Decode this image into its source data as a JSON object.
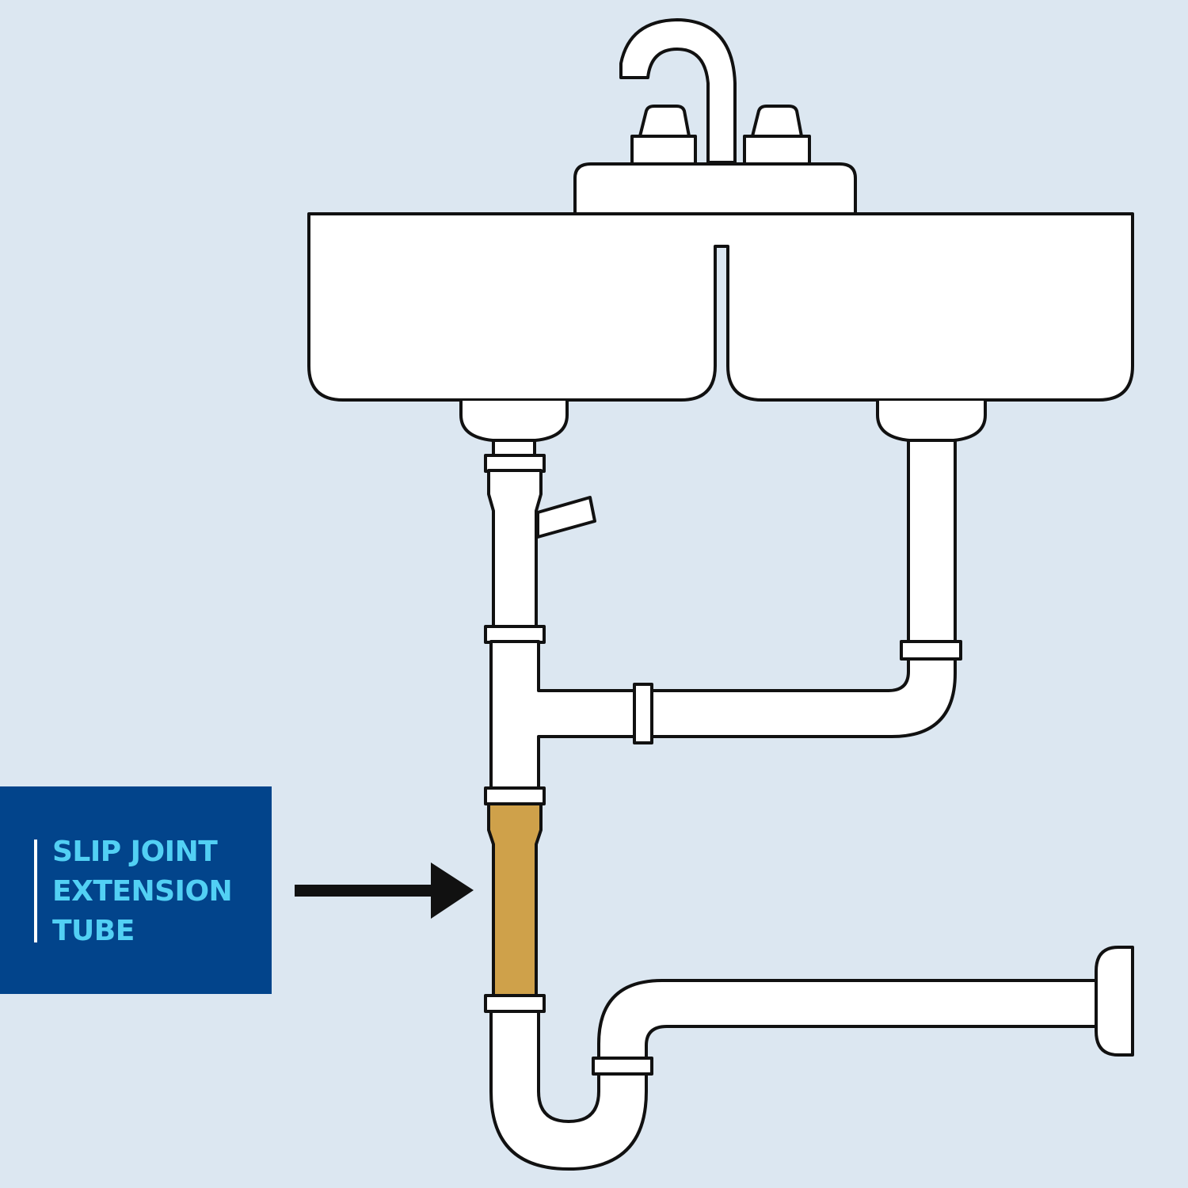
{
  "colors": {
    "background": "#dce7f1",
    "outline": "#111111",
    "fixture_fill": "#ffffff",
    "highlight_tube": "#cfa14a",
    "callout_bg": "#02448b",
    "callout_text": "#52d0f4",
    "arrow": "#111111"
  },
  "callout": {
    "lines": [
      "SLIP JOINT",
      "EXTENSION",
      "TUBE"
    ]
  },
  "icons": {
    "arrow": "arrow-right-icon"
  }
}
